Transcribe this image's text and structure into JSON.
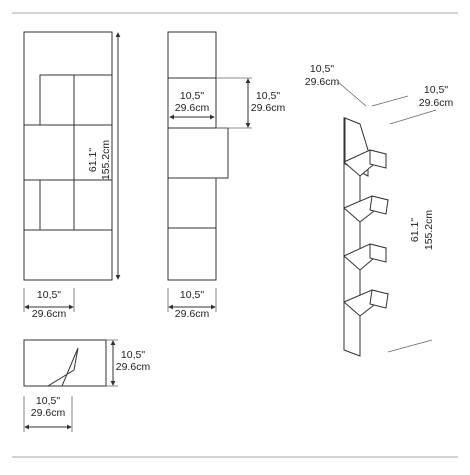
{
  "dimensions": {
    "height_in": "61.1\"",
    "height_cm": "155.2cm",
    "width_in": "10,5\"",
    "width_cm": "29.6cm",
    "depth_in": "10,5\"",
    "depth_cm": "29.6cm",
    "shelf_in": "10,5\"",
    "shelf_cm": "29.6cm",
    "top_w_in": "10,5\"",
    "top_w_cm": "29.6cm",
    "top_d_in": "10,5\"",
    "top_d_cm": "29.6cm",
    "iso_w_in": "10,5\"",
    "iso_w_cm": "29.6cm",
    "iso_d_in": "10,5\"",
    "iso_d_cm": "29.6cm",
    "iso_h_in": "61.1\"",
    "iso_h_cm": "155.2cm",
    "side_w_in": "10,5\"",
    "side_w_cm": "29.6cm"
  }
}
